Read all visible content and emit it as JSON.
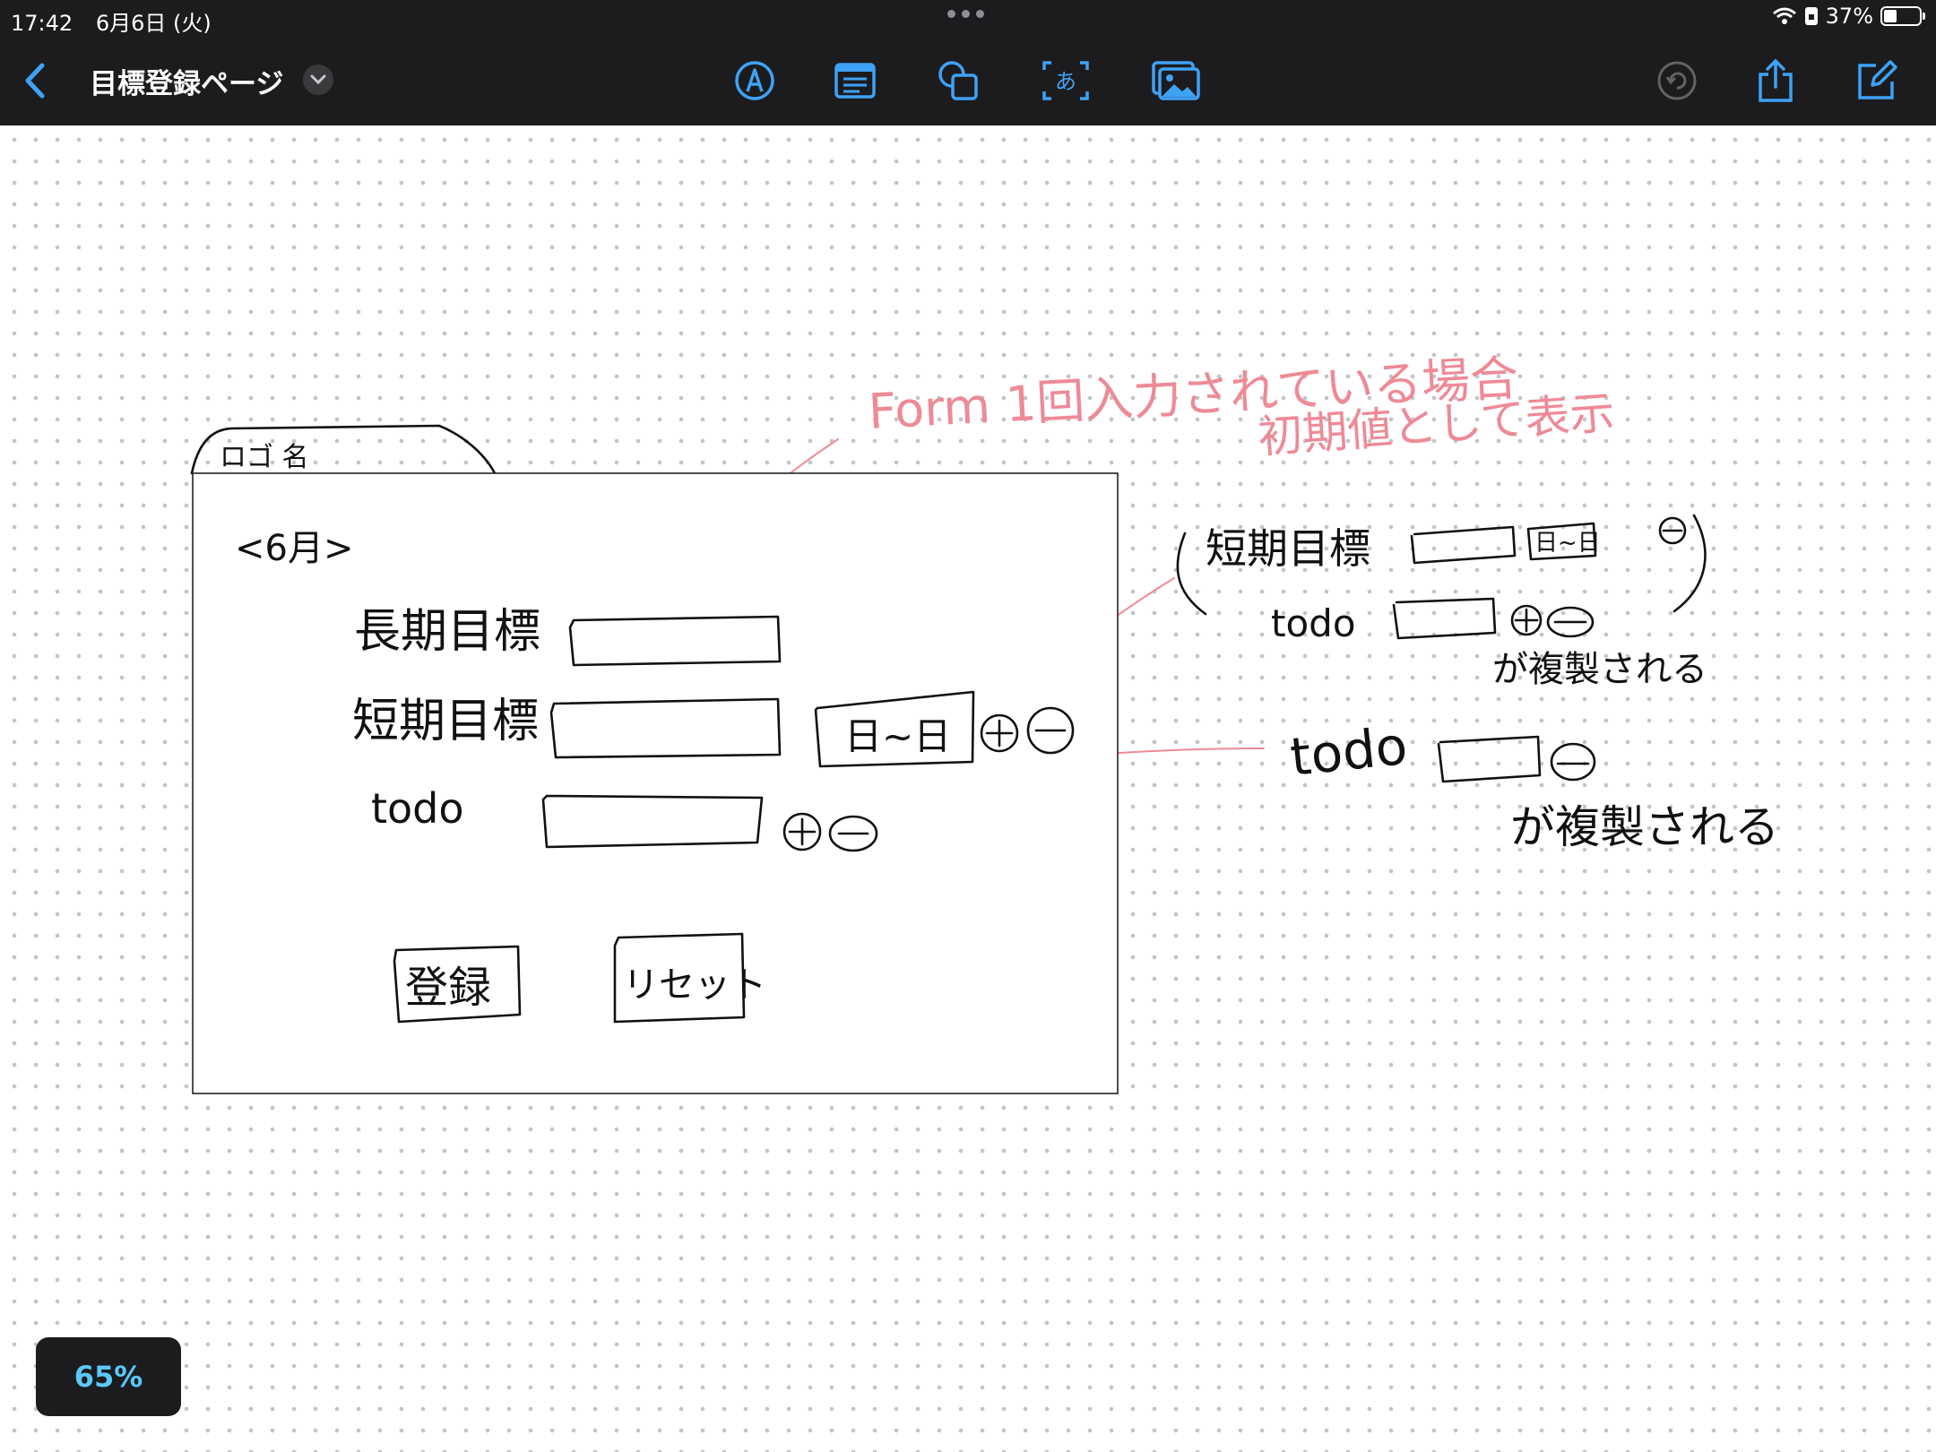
{
  "status_bar": {
    "time": "17:42",
    "date": "6月6日 (火)",
    "battery": "37%",
    "battery_level": 0.37
  },
  "toolbar": {
    "doc_title": "目標登録ページ",
    "icons": [
      "back-icon",
      "chevron-down-icon",
      "pen-tool-icon",
      "text-box-icon",
      "shapes-icon",
      "text-recognition-icon",
      "image-icon",
      "undo-icon",
      "share-icon",
      "compose-icon"
    ],
    "accent_color": "#3ea2f5"
  },
  "sketch": {
    "tab_text": "ロゴ 名",
    "month_label": "<6月>",
    "form_labels": [
      "長期目標",
      "短期目標",
      "todo"
    ],
    "date_range": "日~日",
    "register_button": "登録",
    "reset_button": "リセット",
    "note_line1": "Form 1回入力されている場合",
    "note_line2": "初期値として表示",
    "right_labels": [
      "短期目標",
      "todo",
      "todo"
    ],
    "right_date": "日~日",
    "copy_note1": "が複製される",
    "copy_note2": "が複製される",
    "ink_color": "#111111",
    "note_color": "#ee8a96"
  },
  "zoom": "65%"
}
